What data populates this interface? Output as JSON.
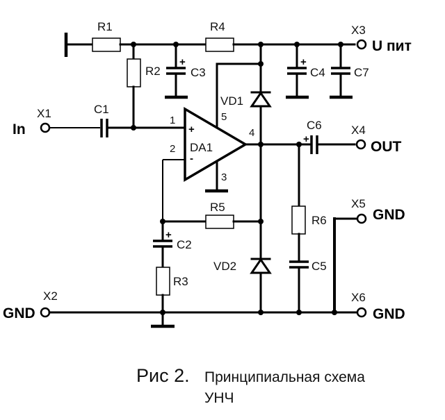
{
  "schematic": {
    "components": {
      "R1": "R1",
      "R2": "R2",
      "R3": "R3",
      "R4": "R4",
      "R5": "R5",
      "R6": "R6",
      "C1": "C1",
      "C2": "C2",
      "C3": "C3",
      "C4": "C4",
      "C5": "C5",
      "C6": "C6",
      "C7": "C7",
      "VD1": "VD1",
      "VD2": "VD2",
      "DA1": "DA1"
    },
    "pins": {
      "p1": "1",
      "p2": "2",
      "p3": "3",
      "p4": "4",
      "p5": "5",
      "plus": "+",
      "minus": "-"
    },
    "terminals": {
      "X1": {
        "id": "X1",
        "name": "In"
      },
      "X2": {
        "id": "X2",
        "name": "GND"
      },
      "X3": {
        "id": "X3",
        "name": "U пит"
      },
      "X4": {
        "id": "X4",
        "name": "OUT"
      },
      "X5": {
        "id": "X5",
        "name": "GND"
      },
      "X6": {
        "id": "X6",
        "name": "GND"
      }
    },
    "polarity_mark": "+"
  },
  "caption": {
    "prefix": "Рис 2.",
    "line1": "Принципиальная схема",
    "line2": "УНЧ"
  }
}
